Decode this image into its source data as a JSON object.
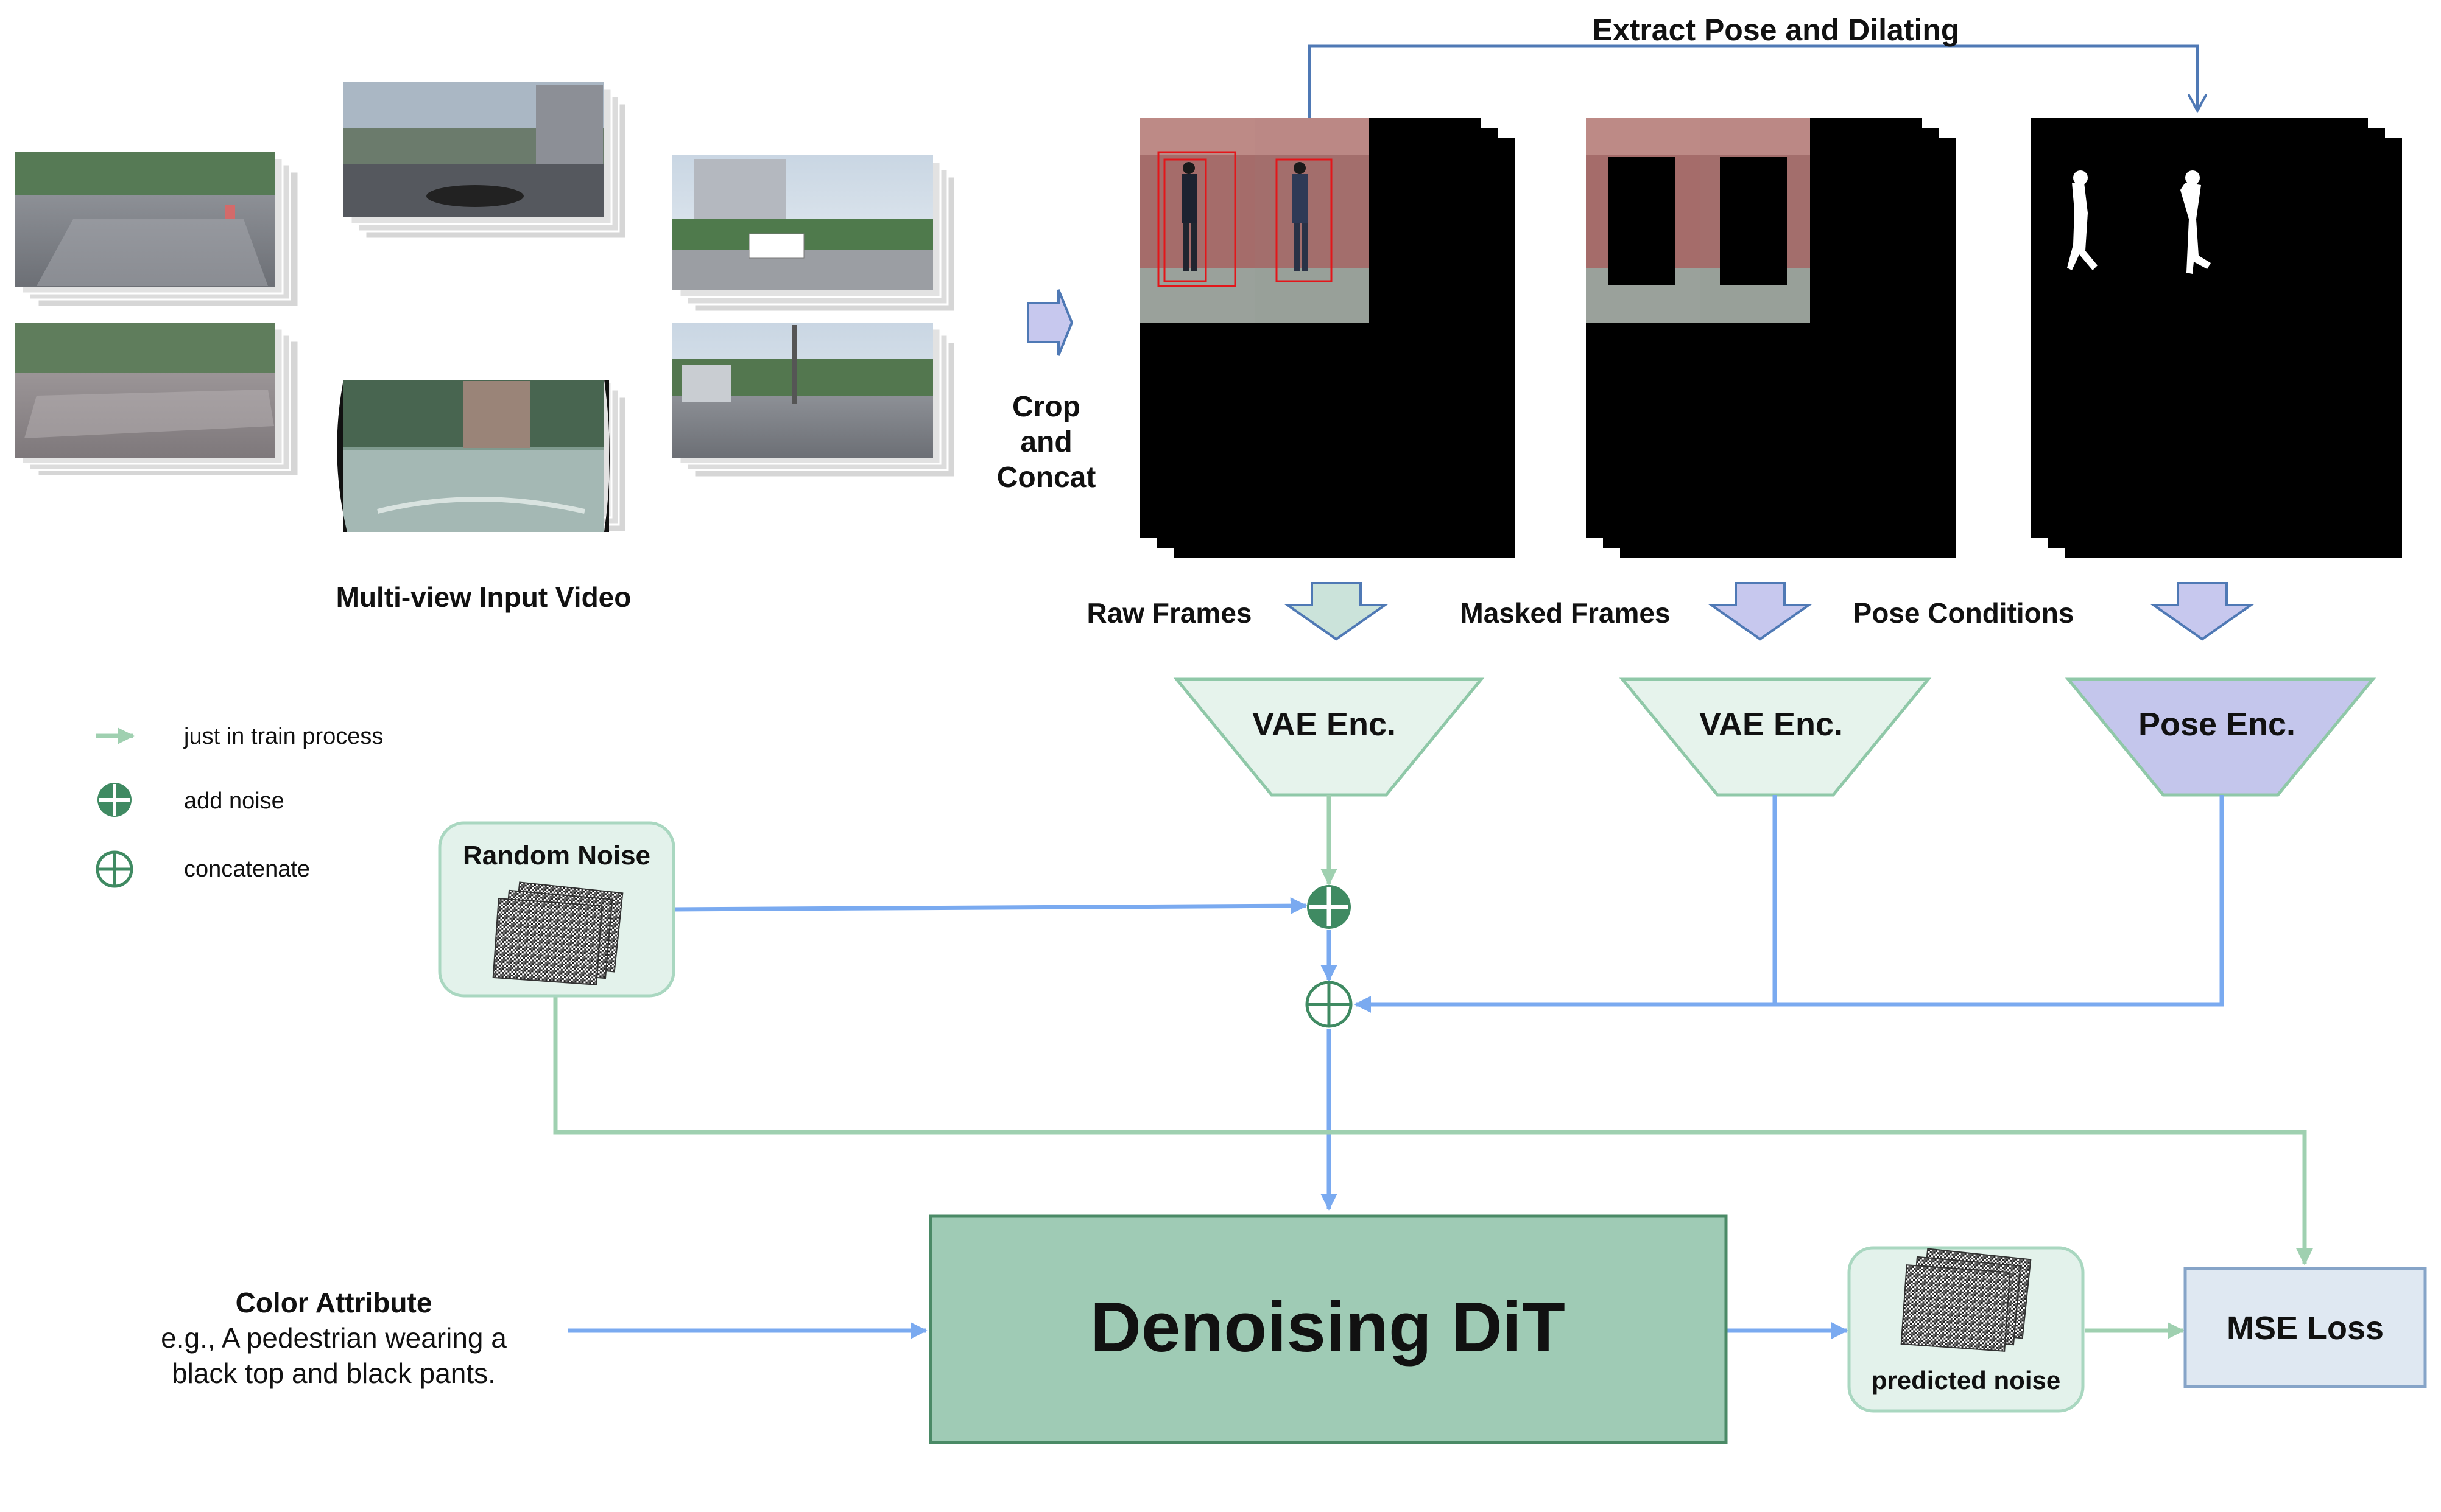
{
  "figure": {
    "extract_label": "Extract Pose and Dilating",
    "multiview_label": "Multi-view Input Video",
    "crop_label": [
      "Crop",
      "and",
      "Concat"
    ],
    "raw_frames_label": "Raw Frames",
    "masked_frames_label": "Masked Frames",
    "pose_conditions_label": "Pose Conditions",
    "vae_enc_1": "VAE Enc.",
    "vae_enc_2": "VAE Enc.",
    "pose_enc": "Pose Enc.",
    "random_noise": "Random Noise",
    "denoising": "Denoising DiT",
    "predicted_noise": "predicted noise",
    "mse_loss": "MSE Loss",
    "color_attr_title": "Color Attribute",
    "color_attr_line1": "e.g., A pedestrian wearing a",
    "color_attr_line2": "black top and black pants."
  },
  "legend": {
    "items": [
      {
        "icon": "green-arrow-icon",
        "label": "just in train process"
      },
      {
        "icon": "add-noise-icon",
        "label": "add noise"
      },
      {
        "icon": "concatenate-icon",
        "label": "concatenate"
      }
    ]
  },
  "colors": {
    "blue_arrow": "#7aaaf0",
    "green_arrow": "#9fd0b0",
    "dark_blue_line": "#4f79b5",
    "denoise_fill": "#9fcbb5",
    "denoise_stroke": "#4a8a66",
    "enc_fill": "#e6f3ec",
    "enc_stroke": "#8fc8a8",
    "pose_fill": "#c4c6ec",
    "mse_fill": "#dfe8f2",
    "mse_stroke": "#86a4c8",
    "noise_box_fill": "#e3f2eb",
    "noise_box_stroke": "#a9d7c0"
  }
}
